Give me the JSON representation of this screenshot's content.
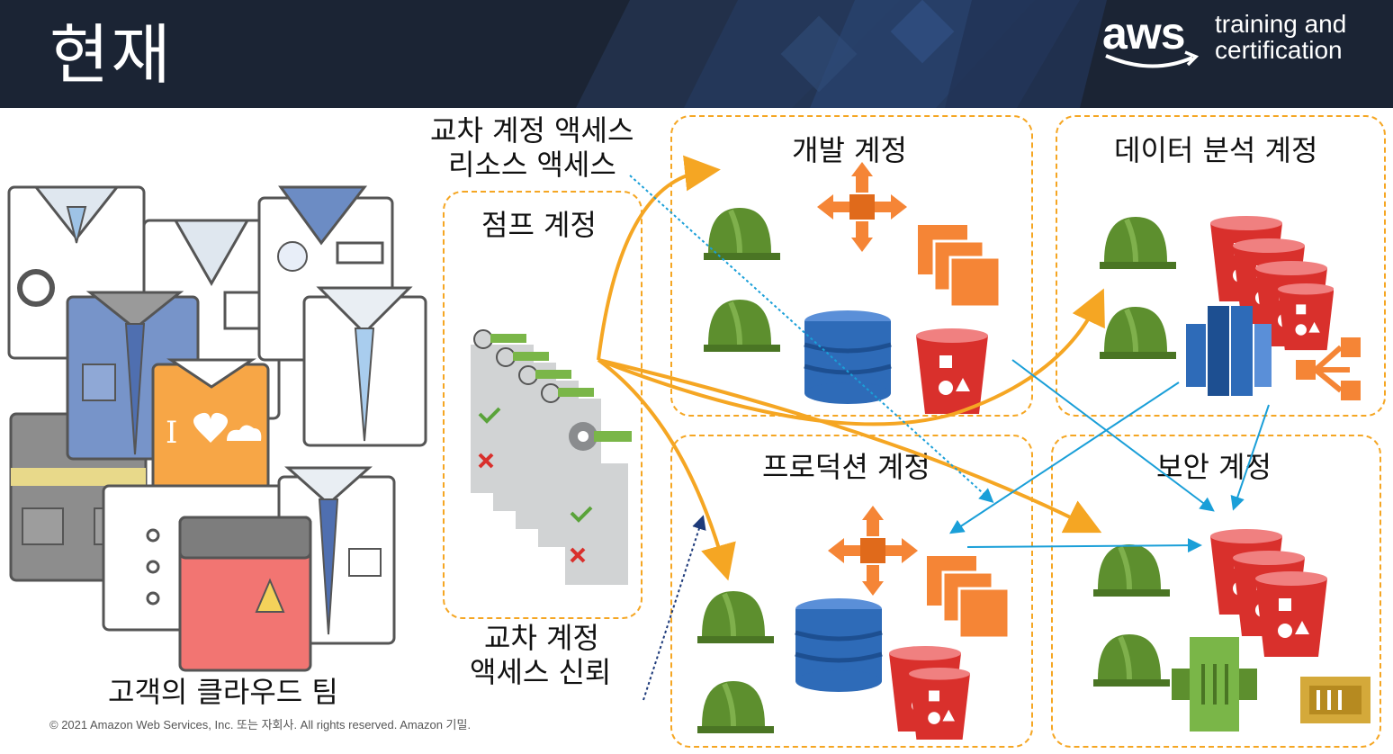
{
  "slide": {
    "title": "현재",
    "brand": {
      "logo_text": "aws",
      "tagline_1": "training and",
      "tagline_2": "certification"
    },
    "footer": "© 2021 Amazon Web Services, Inc. 또는 자회사. All rights reserved. Amazon 기밀."
  },
  "labels": {
    "cross_access_1": "교차 계정 액세스",
    "cross_access_2": "리소스 액세스",
    "jump_account": "점프 계정",
    "trust_1": "교차 계정",
    "trust_2": "액세스 신뢰",
    "team": "고객의 클라우드 팀",
    "dev_account": "개발 계정",
    "analytics_account": "데이터 분석 계정",
    "prod_account": "프로덕션 계정",
    "security_account": "보안 계정"
  },
  "colors": {
    "header_bg": "#1b2434",
    "dashed_border": "#f5a623",
    "arrow_orange": "#f5a623",
    "arrow_blue": "#1a9fd8",
    "helmet_green": "#5d8f2e",
    "s3_red": "#d9302c",
    "dynamo_blue": "#2e6bb8",
    "compute_orange": "#f58536"
  },
  "icons": [
    "helmet-icon",
    "elb-icon",
    "ec2-icon",
    "dynamodb-icon",
    "s3-bucket-icon",
    "redshift-icon",
    "data-pipeline-icon",
    "sqs-icon",
    "kinesis-icon",
    "iam-key-icon",
    "uniform-icon"
  ]
}
